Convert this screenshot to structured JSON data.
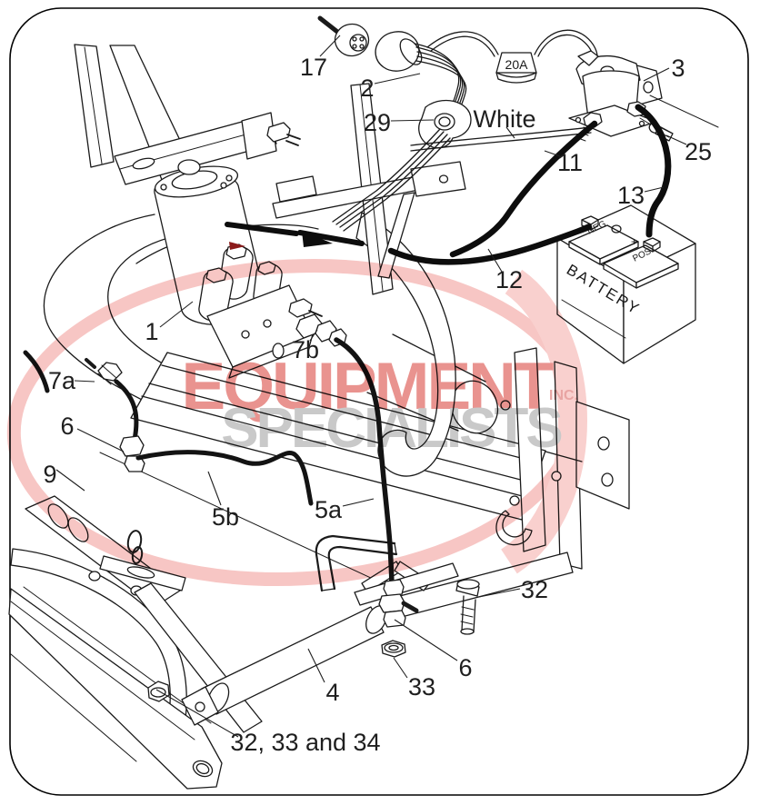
{
  "watermark": {
    "word1": "EQUIPMENT",
    "word2": "SPECIALISTS",
    "suffix": "INC.",
    "word1_color": "#e9938f",
    "word2_color": "#c9c9c9",
    "ring_color": "#f7c6c4"
  },
  "diagram": {
    "line_color": "#1a1a1a",
    "labels": {
      "battery": "BATTERY",
      "neg": "NEG",
      "pos": "POS",
      "plus": "+",
      "fuse": "20A"
    },
    "callouts": [
      {
        "text": "17"
      },
      {
        "text": "2"
      },
      {
        "text": "29"
      },
      {
        "text": "White"
      },
      {
        "text": "3"
      },
      {
        "text": "25"
      },
      {
        "text": "11"
      },
      {
        "text": "13"
      },
      {
        "text": "12"
      },
      {
        "text": "1"
      },
      {
        "text": "7b"
      },
      {
        "text": "7a"
      },
      {
        "text": "6"
      },
      {
        "text": "9"
      },
      {
        "text": "5b"
      },
      {
        "text": "5a"
      },
      {
        "text": "32"
      },
      {
        "text": "6"
      },
      {
        "text": "33"
      },
      {
        "text": "4"
      },
      {
        "text": "32, 33 and 34"
      }
    ]
  }
}
